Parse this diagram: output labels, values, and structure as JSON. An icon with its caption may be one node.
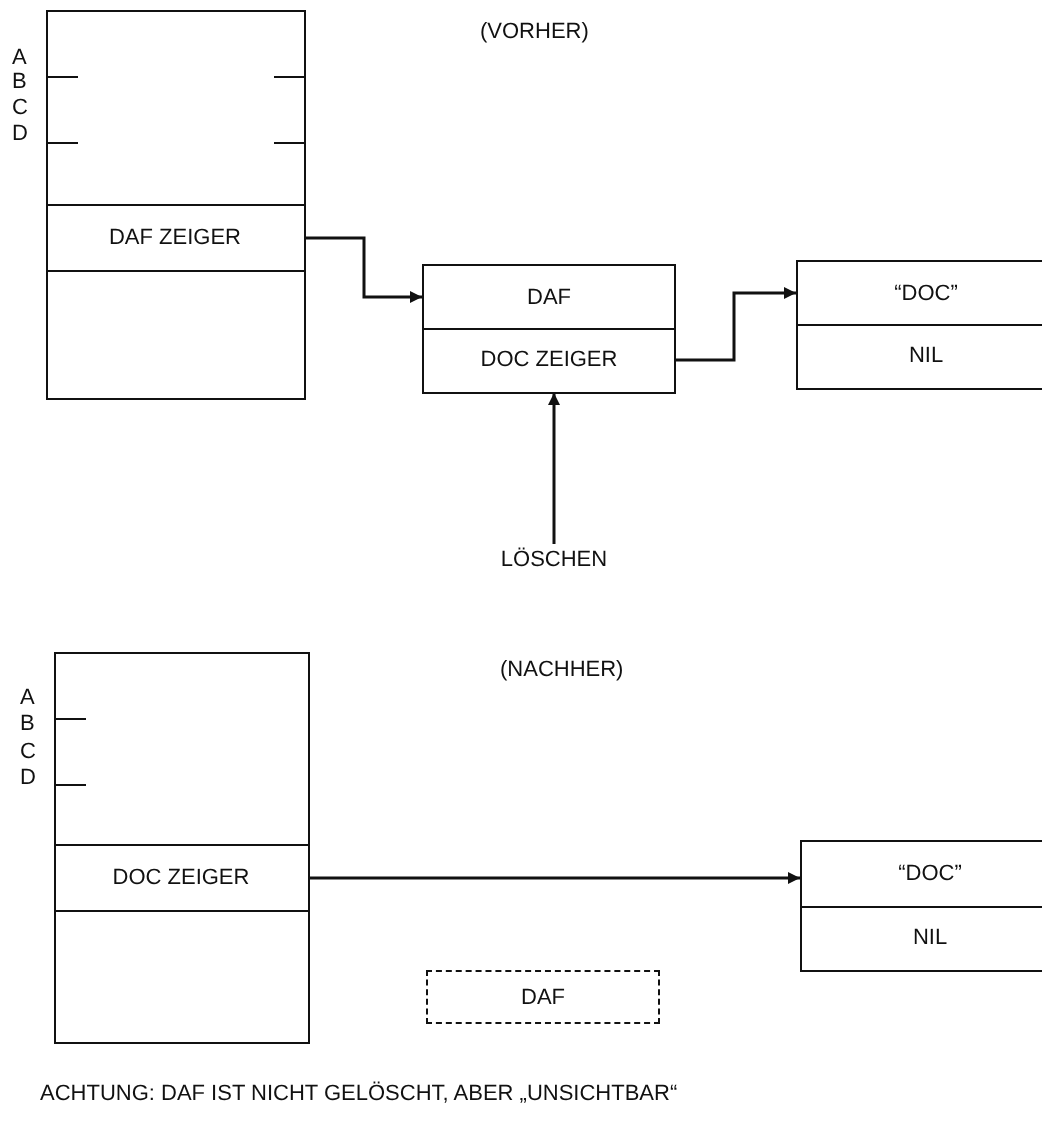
{
  "diagram": {
    "nodes": [
      {
        "text": [],
        "shape": "box"
      },
      {
        "text": [
          "DAF ZEIGER"
        ],
        "in": 0
      },
      {
        "text": [
          "DAF"
        ]
      },
      {
        "text": [
          "DOC ZEIGER"
        ]
      },
      {
        "text": [
          "“DOC”"
        ]
      },
      {
        "text": [
          "NIL"
        ]
      },
      {
        "text": [
          "LÖSCHEN"
        ]
      },
      {
        "text": [],
        "shape": "box"
      },
      {
        "text": [
          "DOC ZEIGER"
        ],
        "in": 7
      },
      {
        "text": [
          "“DOC”"
        ]
      },
      {
        "text": [
          "NIL"
        ]
      },
      {
        "text": [
          "DAF"
        ]
      }
    ],
    "edges": [
      {
        "from": 1,
        "to": 2,
        "arrow": "to"
      },
      {
        "from": 3,
        "to": 4,
        "arrow": "to"
      },
      {
        "from": 6,
        "to": 3,
        "arrow": "to"
      },
      {
        "from": 8,
        "to": 9,
        "arrow": "to"
      }
    ],
    "labels": [
      "A",
      "B",
      "C",
      "D",
      "(VORHER)",
      "A",
      "B",
      "C",
      "D",
      "(NACHHER)",
      "ACHTUNG: DAF IST NICHT GELÖSCHT, ABER „UNSICHTBAR“"
    ]
  }
}
